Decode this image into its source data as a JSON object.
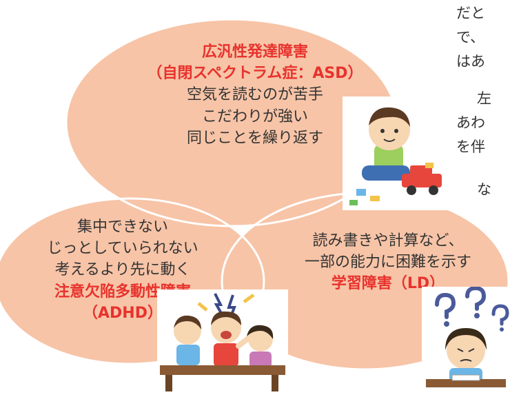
{
  "asd": {
    "name": "広汎性発達障害",
    "name_sub": "（自閉スペクトラム症：ASD）",
    "traits": [
      "空気を読むのが苦手",
      "こだわりが強い",
      "同じことを繰り返す"
    ]
  },
  "adhd": {
    "traits": [
      "集中できない",
      "じっとしていられない",
      "考えるより先に動く"
    ],
    "name": "注意欠陥多動性障害",
    "name_sub": "（ADHD）"
  },
  "ld": {
    "traits": [
      "読み書きや計算など、",
      "一部の能力に困難を示す"
    ],
    "name": "学習障害（LD）"
  },
  "side_text": {
    "l1": "だと",
    "l2": "で、",
    "l3": "はあ",
    "l4": "左",
    "l5": "あわ",
    "l6": "を伴",
    "l7": "な"
  },
  "colors": {
    "ellipse": "#f7c4a7",
    "label_red": "#e8322d"
  },
  "icons": {
    "asd_illustration": "child-playing-with-toy-car-blocks",
    "adhd_illustration": "hyperactive-child-in-classroom",
    "ld_illustration": "confused-child-studying-question-marks"
  }
}
